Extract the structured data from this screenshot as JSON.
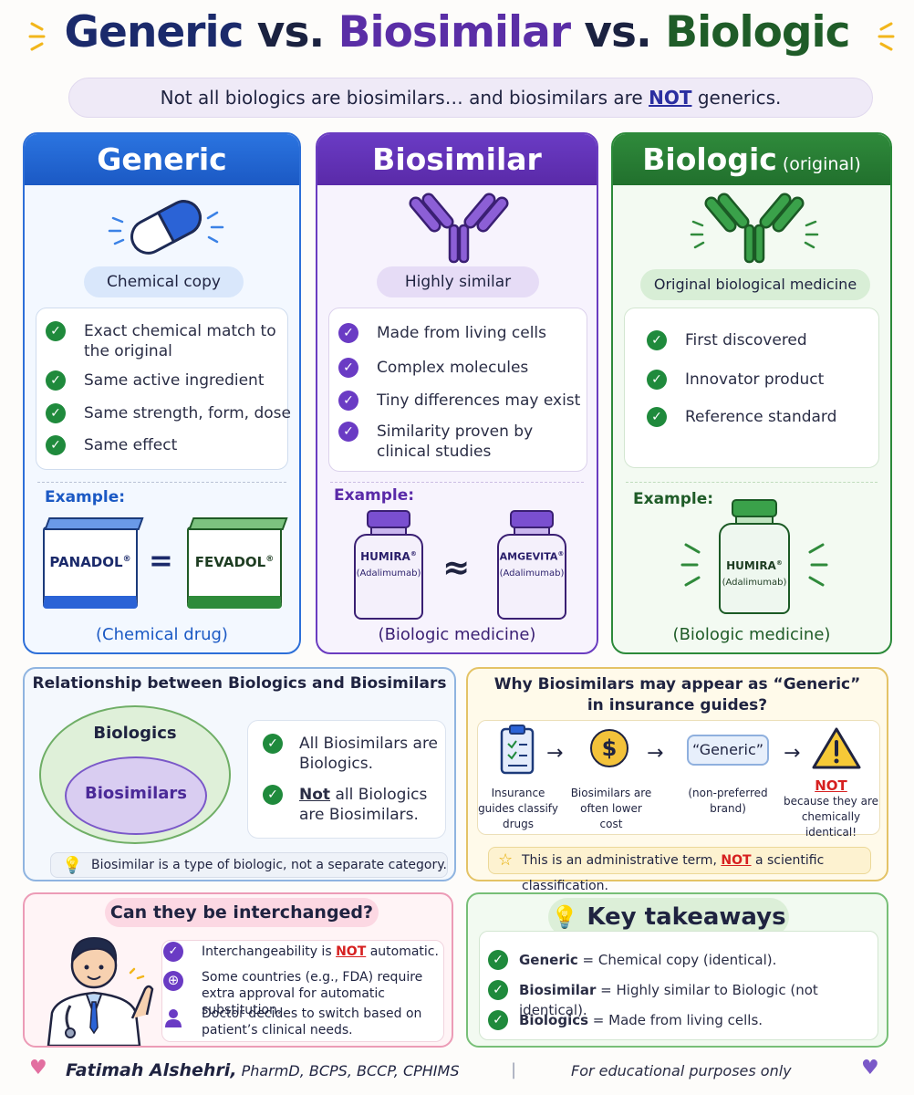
{
  "title": {
    "generic": "Generic",
    "vs1": " vs. ",
    "biosimilar": "Biosimilar",
    "vs2": " vs. ",
    "biologic": "Biologic"
  },
  "subtitle": {
    "before": "Not all biologics are biosimilars… and biosimilars are ",
    "emph": "NOT",
    "after": " generics."
  },
  "colors": {
    "generic": "#2b74e0",
    "biosimilar": "#6a3bc4",
    "biologic": "#2f8a3b",
    "check_blue": "#1f8a3c",
    "check_purple": "#6a3bc4"
  },
  "generic": {
    "header": "Generic",
    "pill": "Chemical copy",
    "items": [
      "Exact chemical match to the original",
      "Same active ingredient",
      "Same strength, form, dose",
      "Same effect"
    ],
    "example_label": "Example:",
    "box_left": "PANADOL",
    "box_right": "FEVADOL",
    "reg": "®",
    "equals": "=",
    "footer": "(Chemical drug)"
  },
  "biosimilar": {
    "header": "Biosimilar",
    "pill": "Highly similar",
    "items": [
      "Made from living cells",
      "Complex molecules",
      "Tiny differences may exist",
      "Similarity proven by clinical studies"
    ],
    "example_label": "Example:",
    "vial_left": "HUMIRA",
    "vial_left_sub": "(Adalimumab)",
    "vial_right": "AMGEVITA",
    "vial_right_sub": "(Adalimumab)",
    "approx": "≈",
    "footer": "(Biologic medicine)"
  },
  "biologic": {
    "header": "Biologic",
    "header_small": " (original)",
    "pill": "Original biological medicine",
    "items": [
      "First discovered",
      "Innovator product",
      "Reference standard"
    ],
    "example_label": "Example:",
    "vial": "HUMIRA",
    "vial_sub": "(Adalimumab)",
    "footer": "(Biologic medicine)"
  },
  "relationship": {
    "title": "Relationship between Biologics and Biosimilars",
    "outer": "Biologics",
    "inner": "Biosimilars",
    "point1": "All Biosimilars are Biologics.",
    "point2_emph": "Not",
    "point2_rest": " all Biologics are Biosimilars.",
    "note": "Biosimilar is a type of biologic, not a separate category."
  },
  "why": {
    "title_line1": "Why Biosimilars may appear as “Generic”",
    "title_line2": "in insurance guides?",
    "step1": "Insurance guides classify drugs",
    "step2": "Biosimilars are often lower cost",
    "step3_box": "“Generic”",
    "step3": "(non-preferred brand)",
    "step4_emph": "NOT",
    "step4": "because they are chemically identical!",
    "note_before": "This is an administrative term, ",
    "note_emph": "NOT",
    "note_after": " a scientific classification."
  },
  "interchange": {
    "title": "Can they be interchanged?",
    "item1_before": "Interchangeability is ",
    "item1_emph": "NOT",
    "item1_after": " automatic.",
    "item2": "Some countries (e.g., FDA) require extra approval for automatic substitution.",
    "item3": "Doctor decides to switch based on patient’s clinical needs."
  },
  "takeaways": {
    "title": "Key takeaways",
    "rows": [
      {
        "term": "Generic",
        "def": " = Chemical copy (identical)."
      },
      {
        "term": "Biosimilar",
        "def": " = Highly similar to Biologic (not identical)."
      },
      {
        "term": "Biologics",
        "def": " = Made from living cells."
      }
    ]
  },
  "footer": {
    "author": "Fatimah Alshehri,",
    "credentials": " PharmD, BCPS, BCCP, CPHIMS",
    "separator": "|",
    "note": "For educational purposes only"
  }
}
